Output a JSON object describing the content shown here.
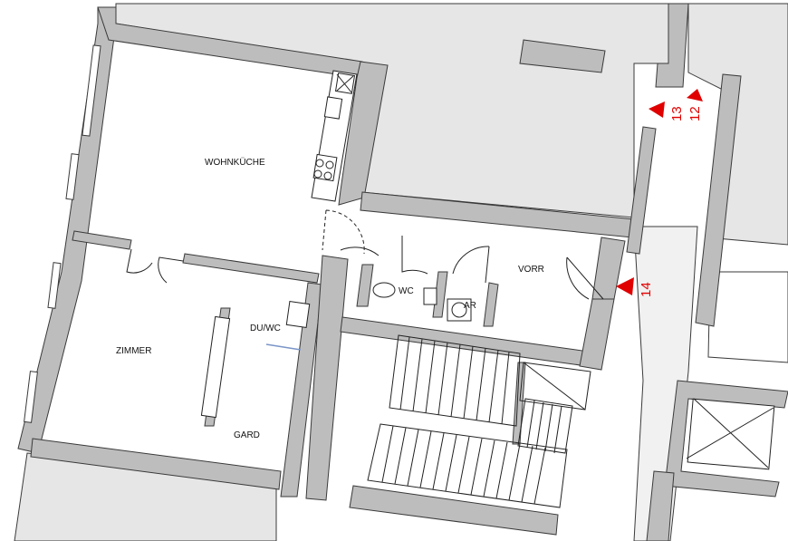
{
  "rooms": {
    "wohnkueche": "WOHNKÜCHE",
    "zimmer": "ZIMMER",
    "du_wc": "DU/WC",
    "gard": "GARD",
    "wc": "WC",
    "ar": "AR",
    "vorr": "VORR"
  },
  "markers": {
    "m12": "12",
    "m13": "13",
    "m14": "14"
  },
  "colors": {
    "wall": "#bdbdbd",
    "wall_stroke": "#3a3a3a",
    "neighbor": "#e6e6e6",
    "marker": "#e00000",
    "line": "#222222",
    "accent_blue": "#7a95c8"
  }
}
